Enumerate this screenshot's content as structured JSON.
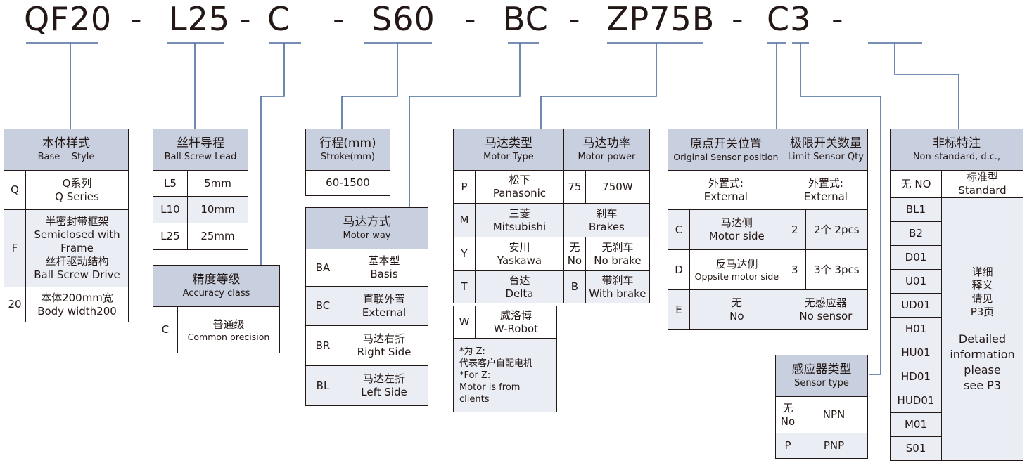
{
  "model_code": {
    "segments": [
      "QF20",
      "L25",
      "C",
      "S60",
      "BC",
      "ZP75B",
      "C3",
      ""
    ],
    "separator": "-"
  },
  "base_style": {
    "title_cn": "本体样式",
    "title_en": "Base    Style",
    "rows": [
      {
        "code": "Q",
        "cn": "Q系列",
        "en": "Q Series"
      },
      {
        "code": "F",
        "cn": "半密封带框架",
        "en": "Semiclosed with Frame",
        "cn2": "丝杆驱动结构",
        "en2": "Ball Screw Drive"
      },
      {
        "code": "20",
        "cn": "本体200mm宽",
        "en": "Body width200"
      }
    ]
  },
  "screw_lead": {
    "title_cn": "丝杆导程",
    "title_en": "Ball Screw Lead",
    "rows": [
      {
        "code": "L5",
        "value": "5mm"
      },
      {
        "code": "L10",
        "value": "10mm"
      },
      {
        "code": "L25",
        "value": "25mm"
      }
    ]
  },
  "accuracy": {
    "title_cn": "精度等级",
    "title_en": "Accuracy class",
    "rows": [
      {
        "code": "C",
        "cn": "普通级",
        "en": "Common precision"
      }
    ]
  },
  "stroke": {
    "title_cn": "行程(mm)",
    "title_en": "Stroke(mm)",
    "value": "60-1500"
  },
  "motor_way": {
    "title_cn": "马达方式",
    "title_en": "Motor way",
    "rows": [
      {
        "code": "BA",
        "cn": "基本型",
        "en": "Basis"
      },
      {
        "code": "BC",
        "cn": "直联外置",
        "en": "External"
      },
      {
        "code": "BR",
        "cn": "马达右折",
        "en": "Right Side"
      },
      {
        "code": "BL",
        "cn": "马达左折",
        "en": "Left Side"
      }
    ]
  },
  "motor_type": {
    "title_cn": "马达类型",
    "title_en": "Motor Type",
    "rows": [
      {
        "code": "P",
        "cn": "松下",
        "en": "Panasonic"
      },
      {
        "code": "M",
        "cn": "三菱",
        "en": "Mitsubishi"
      },
      {
        "code": "Y",
        "cn": "安川",
        "en": "Yaskawa"
      },
      {
        "code": "T",
        "cn": "台达",
        "en": "Delta"
      },
      {
        "code": "W",
        "cn": "威洛博",
        "en": "W-Robot"
      }
    ],
    "note": [
      "*为 Z:",
      "代表客户自配电机",
      "*For Z:",
      "Motor is from",
      "clients"
    ]
  },
  "motor_power": {
    "title_cn": "马达功率",
    "title_en": "Motor power",
    "power_code": "75",
    "power_value": "750W",
    "brake_title_cn": "刹车",
    "brake_title_en": "Brakes",
    "brake_rows": [
      {
        "code_cn": "无",
        "code_en": "No",
        "cn": "无刹车",
        "en": "No brake"
      },
      {
        "code": "B",
        "cn": "带刹车",
        "en": "With brake"
      }
    ]
  },
  "origin_sensor": {
    "title_cn": "原点开关位置",
    "title_en": "Original Sensor position",
    "external_cn": "外置式:",
    "external_en": "External",
    "rows": [
      {
        "code": "C",
        "cn": "马达侧",
        "en": "Motor side"
      },
      {
        "code": "D",
        "cn": "反马达侧",
        "en": "Oppsite motor side"
      },
      {
        "code": "E",
        "cn": "无",
        "en": "No"
      }
    ]
  },
  "limit_sensor": {
    "title_cn": "极限开关数量",
    "title_en": "Limit Sensor Qty",
    "external_cn": "外置式:",
    "external_en": "External",
    "rows": [
      {
        "code": "2",
        "value": "2个 2pcs"
      },
      {
        "code": "3",
        "value": "3个 3pcs"
      }
    ],
    "none_cn": "无感应器",
    "none_en": "No sensor"
  },
  "sensor_type": {
    "title_cn": "感应器类型",
    "title_en": "Sensor type",
    "rows": [
      {
        "code_cn": "无",
        "code_en": "No",
        "value": "NPN"
      },
      {
        "code": "P",
        "value": "PNP"
      }
    ]
  },
  "non_standard": {
    "title_cn": "非标特注",
    "title_en": "Non-standard, d.c.,",
    "none_code": "无 NO",
    "none_value": "标准型 Standard",
    "codes": [
      "BL1",
      "B2",
      "D01",
      "U01",
      "UD01",
      "H01",
      "HU01",
      "HD01",
      "HUD01",
      "M01",
      "S01"
    ],
    "detail_cn": [
      "详细",
      "释义",
      "请见",
      "P3页"
    ],
    "detail_en": [
      "Detailed",
      "information",
      "please",
      "see P3"
    ]
  },
  "colors": {
    "header_bg": "#c8cfdf",
    "row_shade": "#ebedf4",
    "connector": "#4a6a9c",
    "border": "#231815"
  }
}
